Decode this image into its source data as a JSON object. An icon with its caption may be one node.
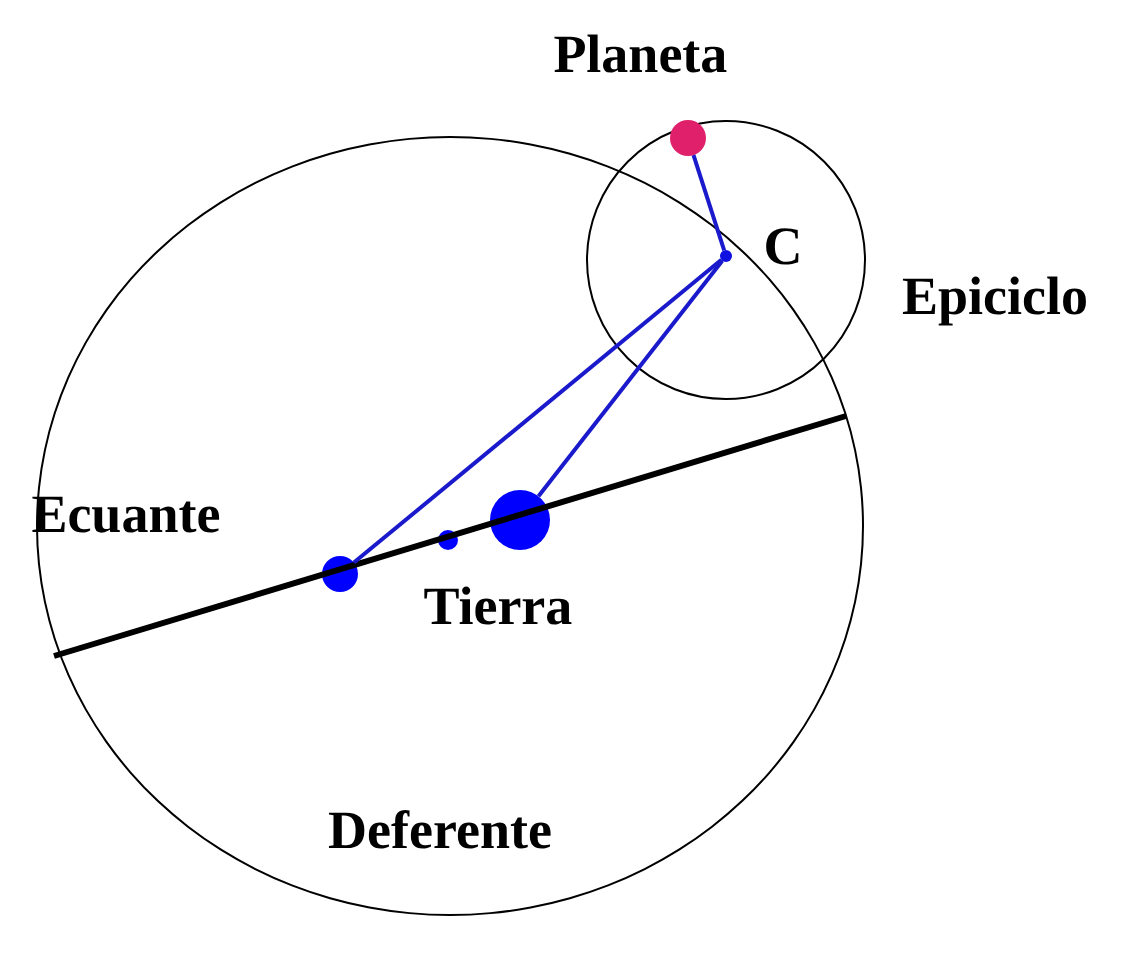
{
  "diagram": {
    "nodes": [
      {
        "text": [
          "Planeta"
        ],
        "in": 2
      },
      {
        "text": [
          "C"
        ],
        "in": 2
      },
      {
        "text": [
          "Epiciclo"
        ]
      },
      {
        "text": [
          "Ecuante"
        ],
        "in": 6
      },
      {
        "text": [],
        "shape": "circle",
        "in": 6
      },
      {
        "text": [
          "Tierra"
        ],
        "in": 6
      },
      {
        "text": [
          "Deferente"
        ]
      }
    ],
    "edges": [
      {
        "from": 1,
        "to": 0,
        "arrow": "none"
      },
      {
        "from": 1,
        "to": 3,
        "arrow": "none"
      },
      {
        "from": 1,
        "to": 5,
        "arrow": "none"
      }
    ]
  }
}
